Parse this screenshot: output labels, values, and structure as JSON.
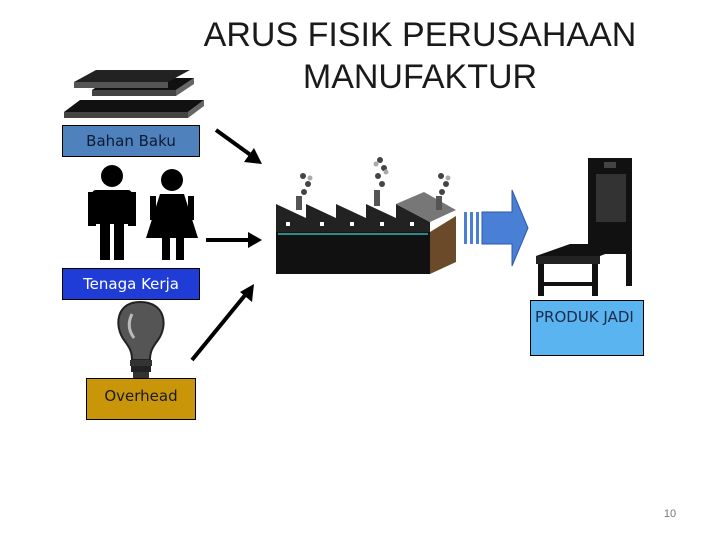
{
  "title": {
    "line1": "ARUS FISIK PERUSAHAAN",
    "line2": "MANUFAKTUR"
  },
  "inputs": {
    "bahan_baku": "Bahan Baku",
    "tenaga_kerja": "Tenaga Kerja",
    "overhead": "Overhead"
  },
  "output": {
    "produk_jadi": "PRODUK JADI"
  },
  "page_number": "10",
  "colors": {
    "bahan_baku_box": "#4f81bd",
    "tenaga_kerja_box": "#1f3cd6",
    "overhead_box": "#c9960a",
    "produk_box": "#5ab4f0",
    "factory": "#111111",
    "big_arrow": "#4a7fd6"
  },
  "icons": [
    "stacked-sheets-icon",
    "people-icon",
    "light-bulb-icon",
    "factory-icon",
    "chair-icon"
  ]
}
